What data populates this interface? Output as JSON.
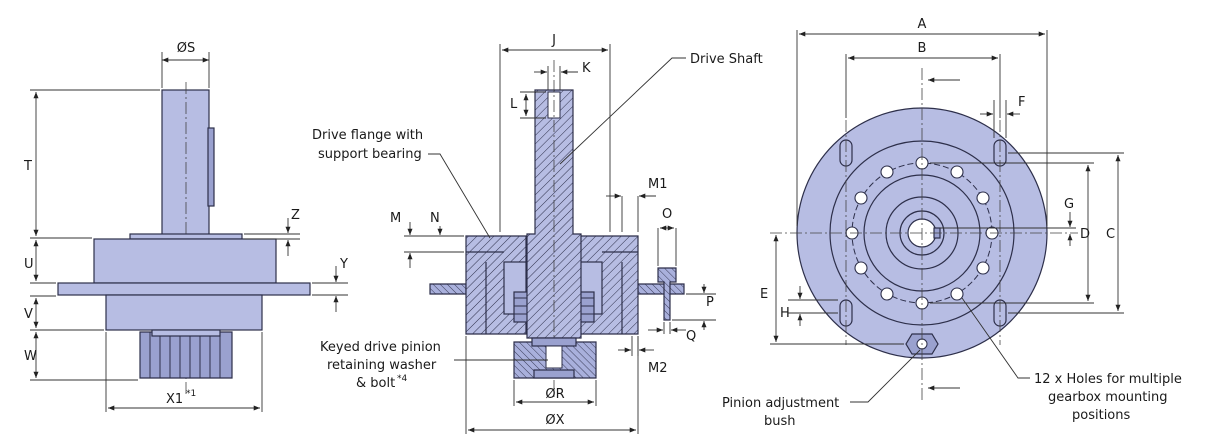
{
  "side_view": {
    "dims": {
      "S": "ØS",
      "T": "T",
      "Z": "Z",
      "U": "U",
      "Y": "Y",
      "V": "V",
      "W": "W",
      "X1": "X1",
      "X1_note": "*1"
    }
  },
  "section_view": {
    "dims": {
      "J": "J",
      "K": "K",
      "L": "L",
      "M": "M",
      "N": "N",
      "M1": "M1",
      "O": "O",
      "P": "P",
      "Q": "Q",
      "M2": "M2",
      "R": "ØR",
      "X": "ØX"
    },
    "callouts": {
      "drive_shaft": "Drive Shaft",
      "drive_flange_line1": "Drive flange with",
      "drive_flange_line2": "support bearing",
      "keyed_line1": "Keyed drive pinion",
      "keyed_line2": "retaining washer",
      "keyed_line3": "& bolt",
      "keyed_note": "*4"
    }
  },
  "front_view": {
    "dims": {
      "A": "A",
      "B": "B",
      "C": "C",
      "D": "D",
      "E": "E",
      "F": "F",
      "G": "G",
      "H": "H"
    },
    "callouts": {
      "pinion_line1": "Pinion adjustment",
      "pinion_line2": "bush",
      "holes_line1": "12 x Holes for multiple",
      "holes_line2": "gearbox mounting",
      "holes_line3": "positions"
    }
  }
}
